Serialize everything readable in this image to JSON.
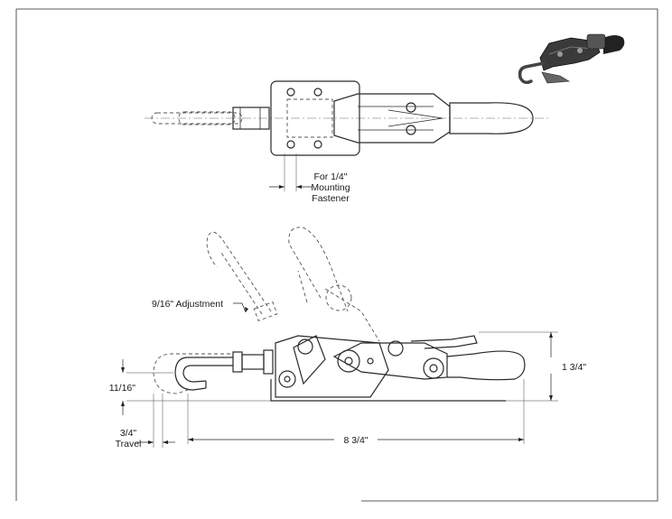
{
  "title": "",
  "drawing": {
    "view_top": {
      "mounting_label": [
        "For 1/4\"",
        "Mounting",
        "Fastener"
      ]
    },
    "view_side": {
      "adjustment_label": "9/16\" Adjustment",
      "hook_height_label": "11/16\"",
      "travel_label": [
        "3/4\"",
        "Travel"
      ],
      "overall_length_label": "8 3/4\"",
      "height_label": "1 3/4\""
    },
    "thumbnail": {
      "icon": "clamp-photo-icon"
    }
  }
}
